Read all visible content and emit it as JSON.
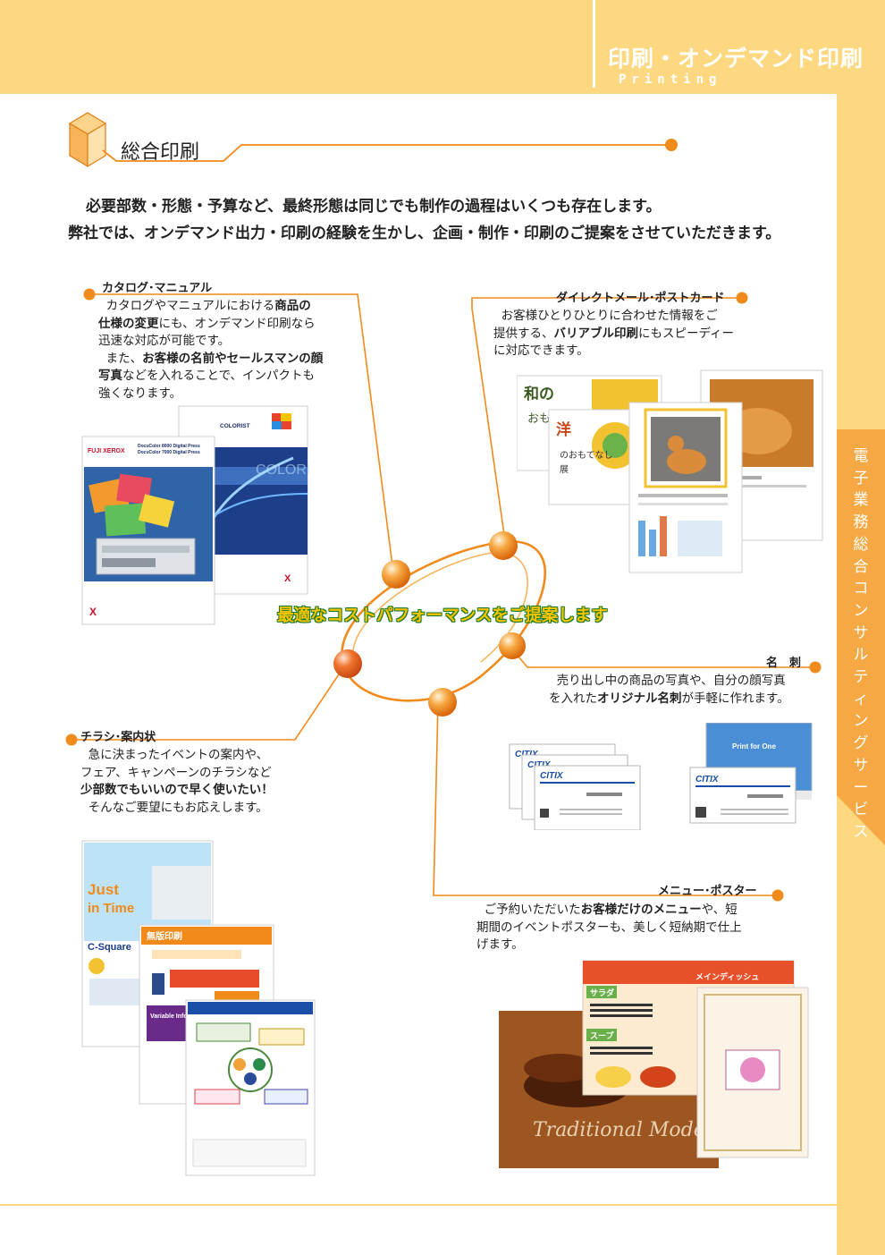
{
  "header": {
    "title": "印刷・オンデマンド印刷",
    "subtitle": "Printing"
  },
  "side_tab": {
    "text": "電子業務総合コンサルティングサービス"
  },
  "section": {
    "title": "総合印刷"
  },
  "intro": {
    "line1": "必要部数・形態・予算など、最終形態は同じでも制作の過程はいくつも存在します。",
    "line2": "弊社では、オンデマンド出力・印刷の経験を生かし、企画・制作・印刷のご提案をさせていただきます。"
  },
  "center_phrase": "最適なコストパフォーマンスをご提案します",
  "items": {
    "catalog": {
      "label": "カタログ･マニュアル",
      "l1_a": "カタログやマニュアルにおける",
      "l1_b": "商品の",
      "l2_a": "仕様の変更",
      "l2_b": "にも、オンデマンド印刷なら",
      "l3": "迅速な対応が可能です。",
      "l4_a": "また、",
      "l4_b": "お客様の名前やセールスマンの顔",
      "l5_a": "写真",
      "l5_b": "などを入れることで、インパクトも",
      "l6": "強くなります。"
    },
    "dm": {
      "label": "ダイレクトメール･ポストカード",
      "l1": "お客様ひとりひとりに合わせた情報をご",
      "l2_a": "提供する、",
      "l2_b": "バリアブル印刷",
      "l2_c": "にもスピーディー",
      "l3": "に対応できます。"
    },
    "card": {
      "label": "名　刺",
      "l1": "売り出し中の商品の写真や、自分の顔写真",
      "l2_a": "を入れた",
      "l2_b": "オリジナル名刺",
      "l2_c": "が手軽に作れます。"
    },
    "flyer": {
      "label": "チラシ･案内状",
      "l1": "急に決まったイベントの案内や、",
      "l2": "フェア、キャンペーンのチラシなど",
      "l3": "少部数でもいいので早く使いたい！",
      "l4": "そんなご要望にもお応えします。"
    },
    "menu": {
      "label": "メニュー･ポスター",
      "l1_a": "ご予約いただいた",
      "l1_b": "お客様だけのメニュー",
      "l1_c": "や、短",
      "l2": "期間のイベントポスターも、美しく短納期で仕上",
      "l3": "げます。"
    }
  },
  "brochure_texts": {
    "fuji_xerox": "FUJI XEROX",
    "docucolor_1": "DocuColor 8000 Digital Press",
    "docucolor_2": "DocuColor 7000 Digital Press",
    "colorist": "COLORIST",
    "xerox_mark": "X",
    "wa": "和の",
    "wa_rest": "おもてなし",
    "you": "洋",
    "you_rest": "のおもてなし",
    "ten": "展",
    "citix": "CITIX",
    "print_for_one": "Print for One",
    "just": "Just",
    "in_time": "in Time",
    "c_square": "C-Square",
    "muhan": "無版印刷",
    "variable_info": "Variable Info",
    "salad": "サラダ",
    "soup": "スープ",
    "main_dish": "メインディッシュ",
    "traditional": "Traditional Mode"
  },
  "colors": {
    "header": "#fed781",
    "orange": "#f08a1a",
    "accent": "#f5a843"
  }
}
